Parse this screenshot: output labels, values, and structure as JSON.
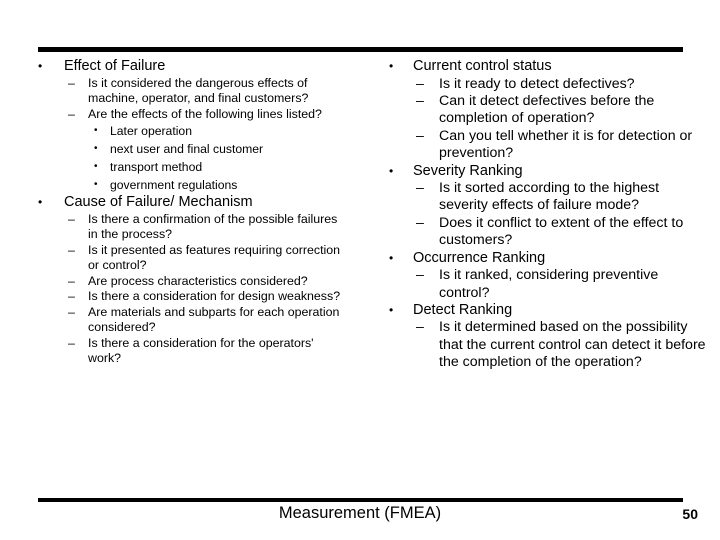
{
  "slide": {
    "footer_title": "Measurement (FMEA)",
    "page_number": "50",
    "left_column": [
      {
        "text": "Effect of Failure",
        "children": [
          {
            "text": "Is it considered the dangerous effects of machine, operator, and final customers?",
            "children": []
          },
          {
            "text": "Are the effects of the following lines listed?",
            "children": [
              {
                "text": "Later operation"
              },
              {
                "text": "next user and final customer"
              },
              {
                "text": "transport method"
              },
              {
                "text": "government regulations"
              }
            ]
          }
        ]
      },
      {
        "text": "Cause of Failure/ Mechanism",
        "children": [
          {
            "text": "Is there a confirmation of the possible failures in the process?",
            "children": []
          },
          {
            "text": "Is it presented as features requiring correction or control?",
            "children": []
          },
          {
            "text": "Are process characteristics considered?",
            "children": []
          },
          {
            "text": "Is there a consideration for design weakness?",
            "children": []
          },
          {
            "text": "Are materials and subparts for each operation considered?",
            "children": []
          },
          {
            "text": "Is there a consideration for the operators' work?",
            "children": []
          }
        ]
      }
    ],
    "right_column": [
      {
        "text": "Current control status",
        "children": [
          {
            "text": "Is it ready to detect defectives?"
          },
          {
            "text": "Can it detect defectives before the completion of operation?"
          },
          {
            "text": "Can you tell whether it is for detection or prevention?"
          }
        ]
      },
      {
        "text": "Severity Ranking",
        "children": [
          {
            "text": "Is it sorted according to the highest severity effects of failure mode?"
          },
          {
            "text": "Does it conflict to extent of the effect to customers?"
          }
        ]
      },
      {
        "text": "Occurrence Ranking",
        "children": [
          {
            "text": "Is it ranked, considering preventive control?"
          }
        ]
      },
      {
        "text": "Detect Ranking",
        "children": [
          {
            "text": "Is it determined based on the possibility that the current control can detect it before the completion of the operation?"
          }
        ]
      }
    ],
    "bullets": {
      "level1": "•",
      "level2": "–",
      "level3": "•"
    }
  }
}
